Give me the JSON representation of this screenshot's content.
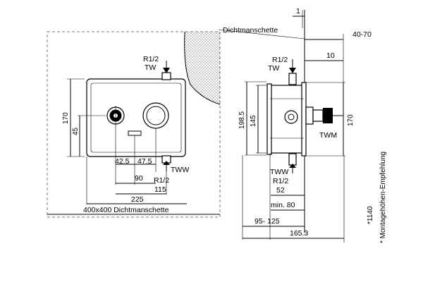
{
  "labels": {
    "dichtmanschette_top": "Dichtmanschette",
    "dichtmanschette_bottom": "400x400  Dichtmanschette",
    "r12_a": "R1/2",
    "tw_left": "TW",
    "r12_b": "R1/2",
    "tww_left": "TWW",
    "r12_c": "R1/2",
    "tw_right": "TW",
    "tww_right": "TWW",
    "r12_d": "R1/2",
    "twm": "TWM",
    "footnote_1140": "*1140",
    "footnote_text": "* Montagehöhen-Empfehlung"
  },
  "dimensions": {
    "d1": "1",
    "d40_70": "40-70",
    "d10": "10",
    "d170_left": "170",
    "d45": "45",
    "d42_5": "42.5",
    "d47_5": "47.5",
    "d90": "90",
    "d115": "115",
    "d225": "225",
    "d198_5": "198.5",
    "d145": "145",
    "d170_right": "170",
    "d52": "52",
    "dmin80": "min. 80",
    "d95_125": "95- 125",
    "d165_3": "165.3"
  }
}
